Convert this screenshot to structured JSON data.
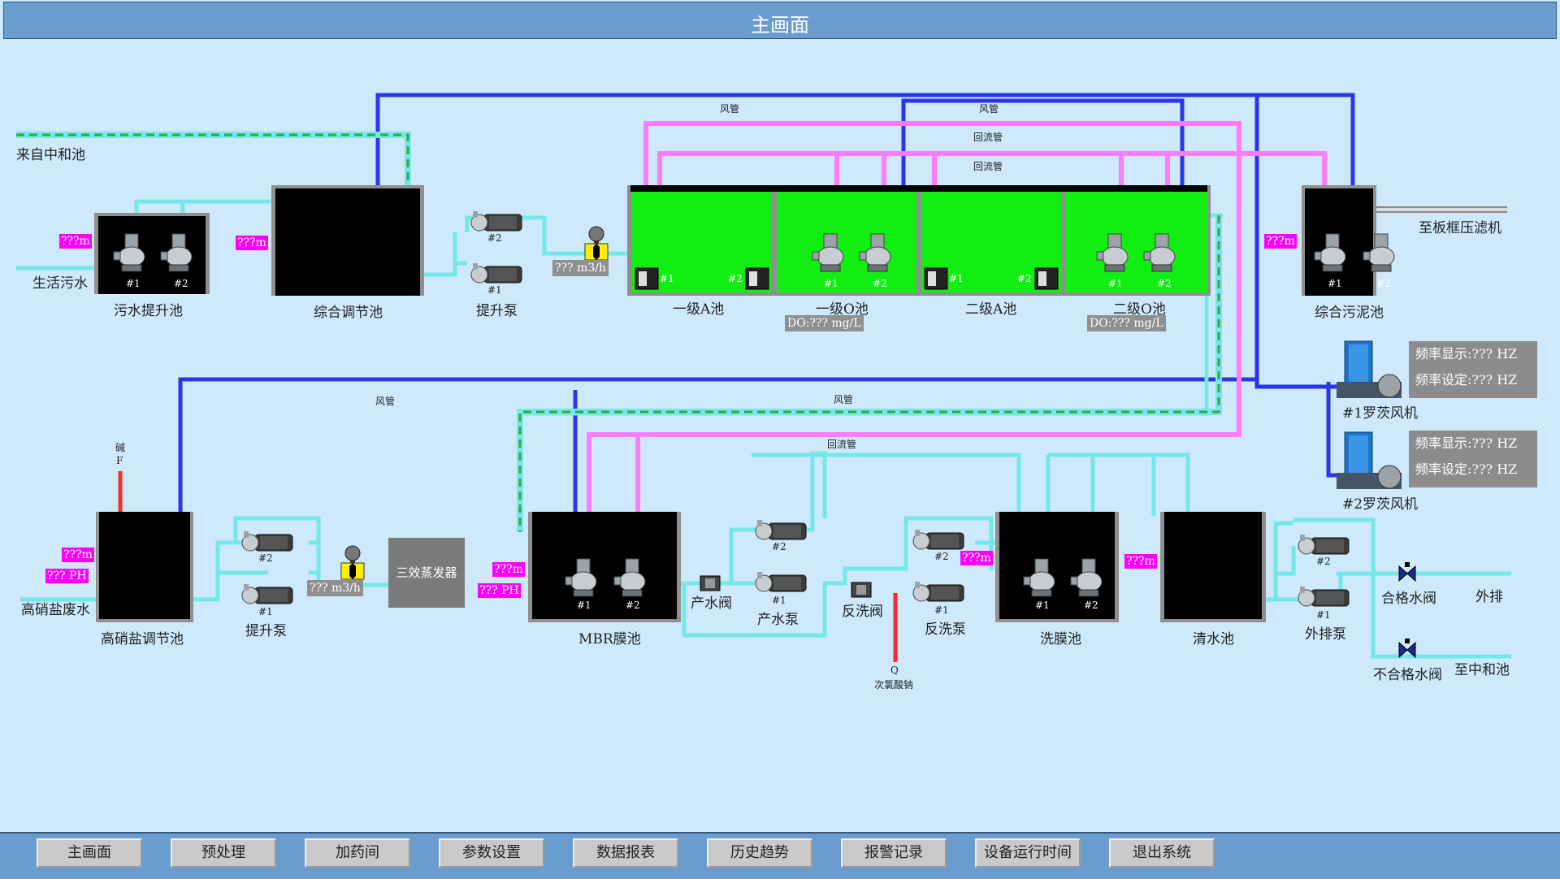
{
  "title": "主画面",
  "tanks": {
    "sewage_lift": "污水提升池",
    "equalization": "综合调节池",
    "a1": "一级A池",
    "o1": "一级O池",
    "a2": "二级A池",
    "o2": "二级O池",
    "sludge": "综合污泥池",
    "nitrate_eq": "高硝盐调节池",
    "mbr": "MBR膜池",
    "wash": "洗膜池",
    "clear": "清水池"
  },
  "labels": {
    "from_neutral": "来自中和池",
    "domestic_sewage": "生活污水",
    "lift_pump": "提升泵",
    "air_pipe": "风管",
    "return_pipe": "回流管",
    "to_filter_press": "至板框压滤机",
    "high_nitrate_waste": "高硝盐废水",
    "evaporator": "三效蒸发器",
    "product_valve": "产水阀",
    "product_pump": "产水泵",
    "backwash_valve": "反洗阀",
    "backwash_pump": "反洗泵",
    "hypochlorite": "次氯酸钠",
    "hypochlorite_tag": "Q",
    "alkali": "碱",
    "alkali_tag": "F",
    "discharge_pump": "外排泵",
    "qualified_valve": "合格水阀",
    "unqualified_valve": "不合格水阀",
    "discharge": "外排",
    "to_neutral": "至中和池",
    "blower1": "#1罗茨风机",
    "blower2": "#2罗茨风机"
  },
  "pump_tags": {
    "p1": "#1",
    "p2": "#2"
  },
  "readouts": {
    "level": "???m",
    "ph": "??? PH",
    "flow": "???   m3/h",
    "do": "DO:???   mg/L"
  },
  "blowers": [
    {
      "freq_display": "频率显示:???  HZ",
      "freq_set": "频率设定:???  HZ"
    },
    {
      "freq_display": "频率显示:???  HZ",
      "freq_set": "频率设定:???  HZ"
    }
  ],
  "nav": [
    "主画面",
    "预处理",
    "加药间",
    "参数设置",
    "数据报表",
    "历史趋势",
    "报警记录",
    "设备运行时间",
    "退出系统"
  ],
  "colors": {
    "air_pipe": "#2233ee",
    "return_pipe": "#ff66ff",
    "water_pipe": "#66e0e0",
    "biotank_fill": "#11ee11",
    "dosing_pipe": "#ff3333"
  }
}
